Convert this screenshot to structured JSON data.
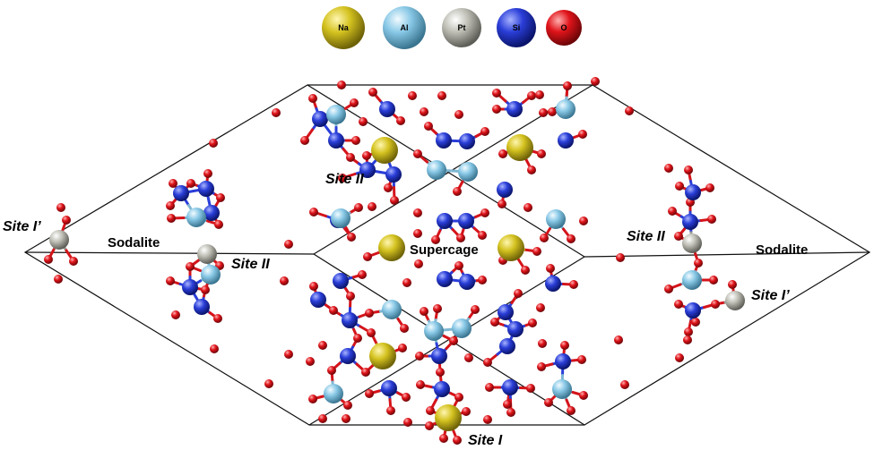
{
  "legend": {
    "items": [
      {
        "symbol": "Na",
        "color": "#d4c21f"
      },
      {
        "symbol": "Al",
        "color": "#88c8e6"
      },
      {
        "symbol": "Pt",
        "color": "#bfbfb6"
      },
      {
        "symbol": "Si",
        "color": "#2a3ed8"
      },
      {
        "symbol": "O",
        "color": "#e0141a"
      }
    ]
  },
  "labels": {
    "site_i_prime_left": "Site I’",
    "sodalite_left": "Sodalite",
    "site_ii_left": "Site II",
    "site_ii_upper": "Site II",
    "supercage": "Supercage",
    "site_ii_right": "Site II",
    "sodalite_right": "Sodalite",
    "site_i_prime_right": "Site I’",
    "site_i": "Site I"
  }
}
